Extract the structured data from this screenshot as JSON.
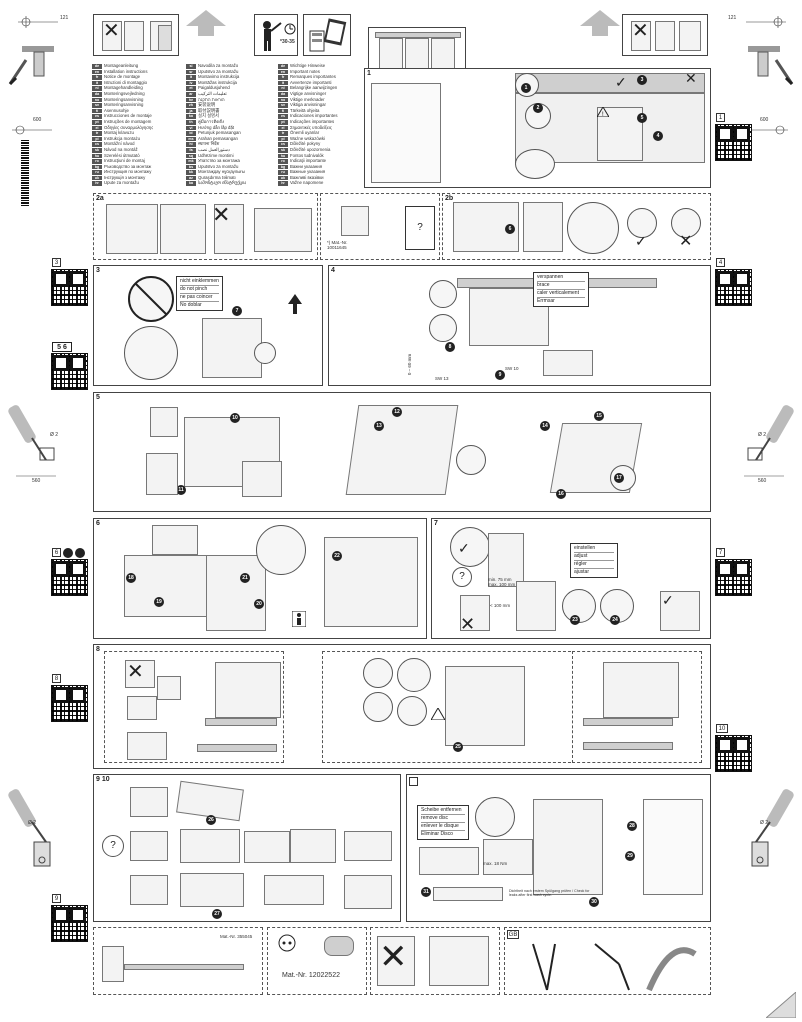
{
  "header": {
    "dim_left": "121",
    "dim_right": "121",
    "dim_left_small": "600",
    "dim_right_small": "600",
    "time_label": "*30-35"
  },
  "languages": {
    "col1": [
      {
        "code": "de",
        "text": "Montageanleitung"
      },
      {
        "code": "en",
        "text": "Installation instructions"
      },
      {
        "code": "fr",
        "text": "Notice de montage"
      },
      {
        "code": "it",
        "text": "Istruzioni di montaggio"
      },
      {
        "code": "nl",
        "text": "Montagehandleiding"
      },
      {
        "code": "da",
        "text": "Monteringsvejledning"
      },
      {
        "code": "no",
        "text": "Monteringsanvisning"
      },
      {
        "code": "sv",
        "text": "Monteringsanvisning"
      },
      {
        "code": "fi",
        "text": "Asennusohje"
      },
      {
        "code": "es",
        "text": "Instrucciones de montaje"
      },
      {
        "code": "pt",
        "text": "Instruções de montagem"
      },
      {
        "code": "el",
        "text": "Οδηγίες συναρμολόγησης"
      },
      {
        "code": "tr",
        "text": "Montaj kılavuzu"
      },
      {
        "code": "pl",
        "text": "Instrukcja montażu"
      },
      {
        "code": "cs",
        "text": "Montážní návod"
      },
      {
        "code": "sk",
        "text": "Návod na montáž"
      },
      {
        "code": "hu",
        "text": "Szerelési útmutató"
      },
      {
        "code": "ro",
        "text": "Instrucţiuni de montaj"
      },
      {
        "code": "bg",
        "text": "Ръководство за монтаж"
      },
      {
        "code": "ru",
        "text": "Инструкция по монтажу"
      },
      {
        "code": "uk",
        "text": "Інструкція з монтажу"
      },
      {
        "code": "hr",
        "text": "Upute za montažu"
      }
    ],
    "col2": [
      {
        "code": "sl",
        "text": "Navodila za montažo"
      },
      {
        "code": "sr",
        "text": "Uputstvo za montažu"
      },
      {
        "code": "lt",
        "text": "Montavimo instrukcija"
      },
      {
        "code": "lv",
        "text": "Montāžas instrukcija"
      },
      {
        "code": "et",
        "text": "Paigaldusjuhend"
      },
      {
        "code": "ar",
        "text": "تعليمات التركيب"
      },
      {
        "code": "he",
        "text": "הוראות התקנה"
      },
      {
        "code": "zh",
        "text": "安装说明"
      },
      {
        "code": "ja",
        "text": "取付説明書"
      },
      {
        "code": "ko",
        "text": "설치 설명서"
      },
      {
        "code": "th",
        "text": "คู่มือการติดตั้ง"
      },
      {
        "code": "vi",
        "text": "Hướng dẫn lắp đặt"
      },
      {
        "code": "id",
        "text": "Petunjuk pemasangan"
      },
      {
        "code": "ms",
        "text": "Arahan pemasangan"
      },
      {
        "code": "hi",
        "text": "स्थापना निर्देश"
      },
      {
        "code": "fa",
        "text": "دستورالعمل نصب"
      },
      {
        "code": "sq",
        "text": "Udhëzime montimi"
      },
      {
        "code": "mk",
        "text": "Упатство за монтажа"
      },
      {
        "code": "bs",
        "text": "Uputstvo za montažu"
      },
      {
        "code": "kk",
        "text": "Монтаждау нұсқаулығы"
      },
      {
        "code": "az",
        "text": "Quraşdırma təlimatı"
      },
      {
        "code": "ka",
        "text": "სამონტაჟო ინსტრუქცია"
      }
    ],
    "col3": [
      {
        "code": "de",
        "text": "Wichtige Hinweise"
      },
      {
        "code": "en",
        "text": "Important notes"
      },
      {
        "code": "fr",
        "text": "Remarques importantes"
      },
      {
        "code": "it",
        "text": "Avvertenze importanti"
      },
      {
        "code": "nl",
        "text": "Belangrijke aanwijzingen"
      },
      {
        "code": "da",
        "text": "Vigtige anvisninger"
      },
      {
        "code": "no",
        "text": "Viktige merknader"
      },
      {
        "code": "sv",
        "text": "Viktiga anvisningar"
      },
      {
        "code": "fi",
        "text": "Tärkeitä ohjeita"
      },
      {
        "code": "es",
        "text": "Indicaciones importantes"
      },
      {
        "code": "pt",
        "text": "Indicações importantes"
      },
      {
        "code": "el",
        "text": "Σημαντικές υποδείξεις"
      },
      {
        "code": "tr",
        "text": "Önemli uyarılar"
      },
      {
        "code": "pl",
        "text": "Ważne wskazówki"
      },
      {
        "code": "cs",
        "text": "Důležité pokyny"
      },
      {
        "code": "sk",
        "text": "Dôležité upozornenia"
      },
      {
        "code": "hu",
        "text": "Fontos tudnivalók"
      },
      {
        "code": "ro",
        "text": "Indicaţii importante"
      },
      {
        "code": "bg",
        "text": "Важни указания"
      },
      {
        "code": "ru",
        "text": "Важные указания"
      },
      {
        "code": "uk",
        "text": "Важливі вказівки"
      },
      {
        "code": "hr",
        "text": "Važne napomene"
      }
    ]
  },
  "sections": {
    "s1": {
      "num": "1",
      "side": "1"
    },
    "s2": {
      "a": "2a",
      "b": "2b",
      "mat": "*) Mat.-Nr. 10011645"
    },
    "s3": {
      "num": "3",
      "side": "3",
      "warn": [
        "nicht einklemmen",
        "do not pinch",
        "ne pas coincer",
        "No doblar"
      ]
    },
    "s4": {
      "num": "4",
      "side": "4",
      "labels": [
        "verspannen",
        "brace",
        "caler verticalement",
        "Errmsar"
      ],
      "dim": "0 – 60 mm",
      "sw1": "SW 13",
      "sw2": "SW 10"
    },
    "s5": {
      "num": "5",
      "side": "5  6",
      "dim_left": "Ø 2",
      "dim_right": "Ø 2",
      "dim_left_b": "560",
      "dim_right_b": "560"
    },
    "s6": {
      "num": "6",
      "side": "6"
    },
    "s7": {
      "num": "7",
      "side": "7",
      "labels": [
        "einstellen",
        "adjust",
        "régler",
        "ajustar"
      ],
      "dim1": "min. 75 mm",
      "dim2": "max. 100 mm",
      "dim3": "< 100 mm"
    },
    "s8": {
      "num": "8",
      "side": "8",
      "side10": "10"
    },
    "s9": {
      "num": "9  10",
      "side": "9",
      "dim_left": "Ø 2",
      "dim_right": "Ø 2"
    },
    "s11": {
      "labels": [
        "Scheibe entfernen",
        "remove disc",
        "enlever le disque",
        "Eliminar Disco"
      ],
      "max": "max. 18 Nm",
      "hint": "Dichtheit nach erstem Spülgang prüfen / Check for leaks after first wash cycle."
    },
    "s12": {
      "mat1": "Mat.-Nr. 355045",
      "mat2": "Mat.-Nr. 12022522",
      "gb": "GB"
    }
  },
  "steps": [
    "1",
    "2",
    "3",
    "4",
    "5",
    "6",
    "7",
    "8",
    "9",
    "10",
    "11",
    "12",
    "13",
    "14",
    "15",
    "16",
    "17",
    "18",
    "19",
    "20",
    "21",
    "22",
    "23",
    "24",
    "25",
    "26",
    "27",
    "28",
    "29",
    "30",
    "31"
  ]
}
